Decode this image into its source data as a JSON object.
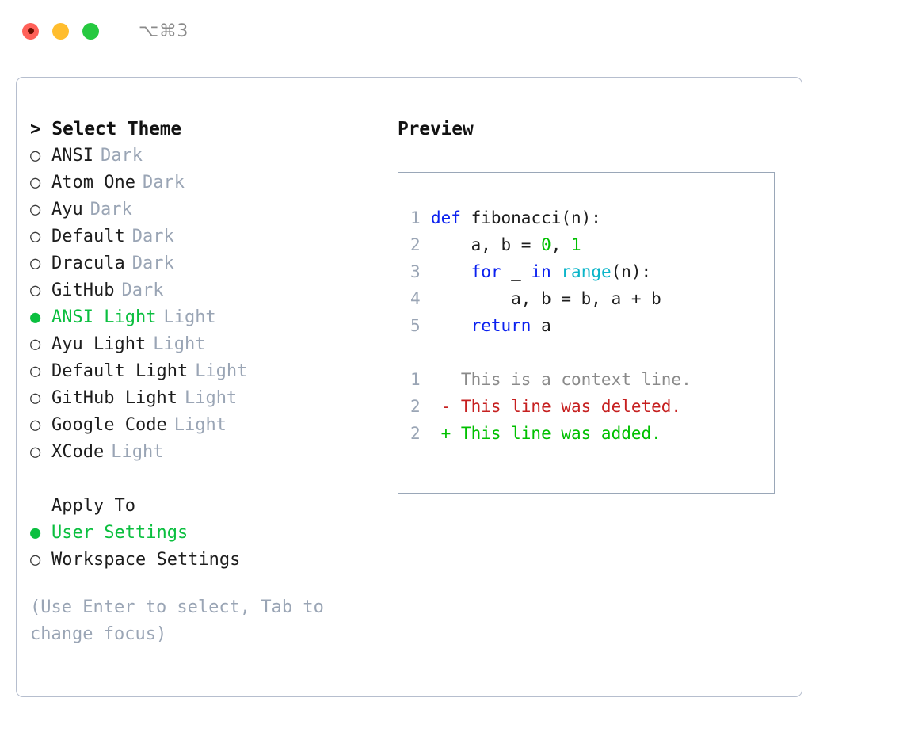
{
  "titlebar": {
    "shortcut": "⌥⌘3",
    "lights": [
      "close-red",
      "minimize-yellow",
      "maximize-green"
    ]
  },
  "theme_picker": {
    "header": "> Select Theme",
    "items": [
      {
        "marker": "○",
        "name": "ANSI",
        "tag": "Dark",
        "selected": false
      },
      {
        "marker": "○",
        "name": "Atom One",
        "tag": "Dark",
        "selected": false
      },
      {
        "marker": "○",
        "name": "Ayu",
        "tag": "Dark",
        "selected": false
      },
      {
        "marker": "○",
        "name": "Default",
        "tag": "Dark",
        "selected": false
      },
      {
        "marker": "○",
        "name": "Dracula",
        "tag": "Dark",
        "selected": false
      },
      {
        "marker": "○",
        "name": "GitHub",
        "tag": "Dark",
        "selected": false
      },
      {
        "marker": "●",
        "name": "ANSI Light",
        "tag": "Light",
        "selected": true
      },
      {
        "marker": "○",
        "name": "Ayu Light",
        "tag": "Light",
        "selected": false
      },
      {
        "marker": "○",
        "name": "Default Light",
        "tag": "Light",
        "selected": false
      },
      {
        "marker": "○",
        "name": "GitHub Light",
        "tag": "Light",
        "selected": false
      },
      {
        "marker": "○",
        "name": "Google Code",
        "tag": "Light",
        "selected": false
      },
      {
        "marker": "○",
        "name": "XCode",
        "tag": "Light",
        "selected": false
      }
    ]
  },
  "apply_to": {
    "label": "Apply To",
    "items": [
      {
        "marker": "●",
        "name": "User Settings",
        "selected": true
      },
      {
        "marker": "○",
        "name": "Workspace Settings",
        "selected": false
      }
    ]
  },
  "hint": "(Use Enter to select, Tab to change focus)",
  "preview": {
    "title": "Preview",
    "code_lines": [
      {
        "num": "1",
        "tokens": [
          {
            "t": "def",
            "c": "kw"
          },
          {
            "t": " fibonacci(n):",
            "c": "plain"
          }
        ]
      },
      {
        "num": "2",
        "tokens": [
          {
            "t": "    a, b = ",
            "c": "plain"
          },
          {
            "t": "0",
            "c": "num"
          },
          {
            "t": ", ",
            "c": "plain"
          },
          {
            "t": "1",
            "c": "num"
          }
        ]
      },
      {
        "num": "3",
        "tokens": [
          {
            "t": "    ",
            "c": "plain"
          },
          {
            "t": "for",
            "c": "kw"
          },
          {
            "t": " _ ",
            "c": "plain"
          },
          {
            "t": "in",
            "c": "kw"
          },
          {
            "t": " ",
            "c": "plain"
          },
          {
            "t": "range",
            "c": "fn"
          },
          {
            "t": "(n):",
            "c": "plain"
          }
        ]
      },
      {
        "num": "4",
        "tokens": [
          {
            "t": "        a, b = b, a + b",
            "c": "plain"
          }
        ]
      },
      {
        "num": "5",
        "tokens": [
          {
            "t": "    ",
            "c": "plain"
          },
          {
            "t": "return",
            "c": "kw"
          },
          {
            "t": " a",
            "c": "plain"
          }
        ]
      }
    ],
    "diff_lines": [
      {
        "num": "1",
        "sign": " ",
        "text": "This is a context line.",
        "kind": "ctx"
      },
      {
        "num": "2",
        "sign": "-",
        "text": "This line was deleted.",
        "kind": "del"
      },
      {
        "num": "2",
        "sign": "+",
        "text": "This line was added.",
        "kind": "add"
      }
    ]
  },
  "colors": {
    "accent_green": "#0bbf3f",
    "muted_gray": "#9aa5b5",
    "keyword_blue": "#0b21ef",
    "function_cyan": "#0bb5c9",
    "number_green": "#00c000",
    "diff_delete_red": "#c62020",
    "diff_add_green": "#00c000",
    "panel_border": "#9aa7b8",
    "card_border": "#b6bece"
  }
}
